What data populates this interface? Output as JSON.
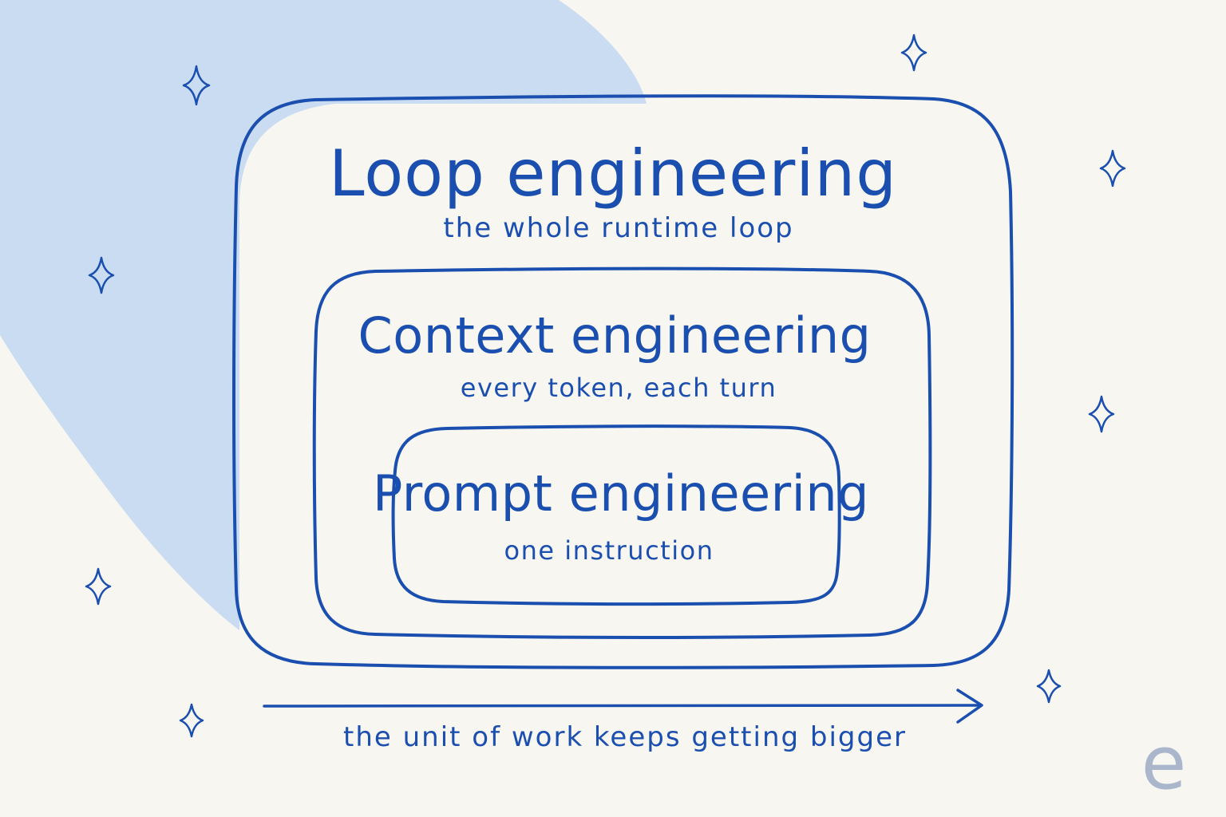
{
  "colors": {
    "background": "#f8f6f0",
    "blob": "#cadcf2",
    "ink": "#1a4fb0",
    "logo": "#a9b6cc"
  },
  "outer_box": {
    "title": "Loop engineering",
    "subtitle": "the whole runtime loop"
  },
  "middle_box": {
    "title": "Context engineering",
    "subtitle": "every token, each turn"
  },
  "inner_box": {
    "title": "Prompt engineering",
    "subtitle": "one instruction"
  },
  "arrow": {
    "caption": "the unit of work keeps getting bigger"
  },
  "logo": {
    "letter": "e"
  },
  "decorations": {
    "sparkle_icon": "four-point-star-icon"
  }
}
